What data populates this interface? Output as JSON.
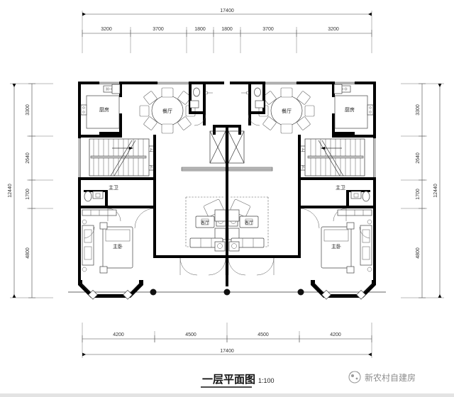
{
  "drawing": {
    "title": "一层平面图",
    "scale": "1:100",
    "type": "architectural-floor-plan"
  },
  "watermark": {
    "label": "新农村自建房",
    "icon": "logo-icon"
  },
  "dimensions": {
    "top": {
      "total": "17400",
      "segments": [
        "3200",
        "3700",
        "1800",
        "1800",
        "3700",
        "3200"
      ]
    },
    "bottom": {
      "total": "17400",
      "segments": [
        "4200",
        "4500",
        "4500",
        "4200"
      ]
    },
    "left": {
      "total": "12440",
      "segments": [
        "3300",
        "2640",
        "1700",
        "4800"
      ]
    },
    "right": {
      "total": "12440",
      "segments": [
        "3300",
        "2640",
        "1700",
        "4800"
      ]
    }
  },
  "rooms": {
    "kitchen_left": "厨房",
    "kitchen_right": "厨房",
    "dining_left": "餐厅",
    "dining_right": "餐厅",
    "master_bath_left": "主卫",
    "master_bath_right": "主卫",
    "master_bed_left": "主卧",
    "master_bed_right": "主卧",
    "living_left": "客厅",
    "living_right": "客厅"
  },
  "stairs": {
    "left": {
      "up": "上",
      "down": "下"
    },
    "right": {
      "up": "上",
      "down": "下"
    }
  },
  "colors": {
    "wall": "#000000",
    "line": "#333333",
    "glass": "#c9c9c9",
    "watermark": "#8c8c8c",
    "background": "#ffffff"
  }
}
